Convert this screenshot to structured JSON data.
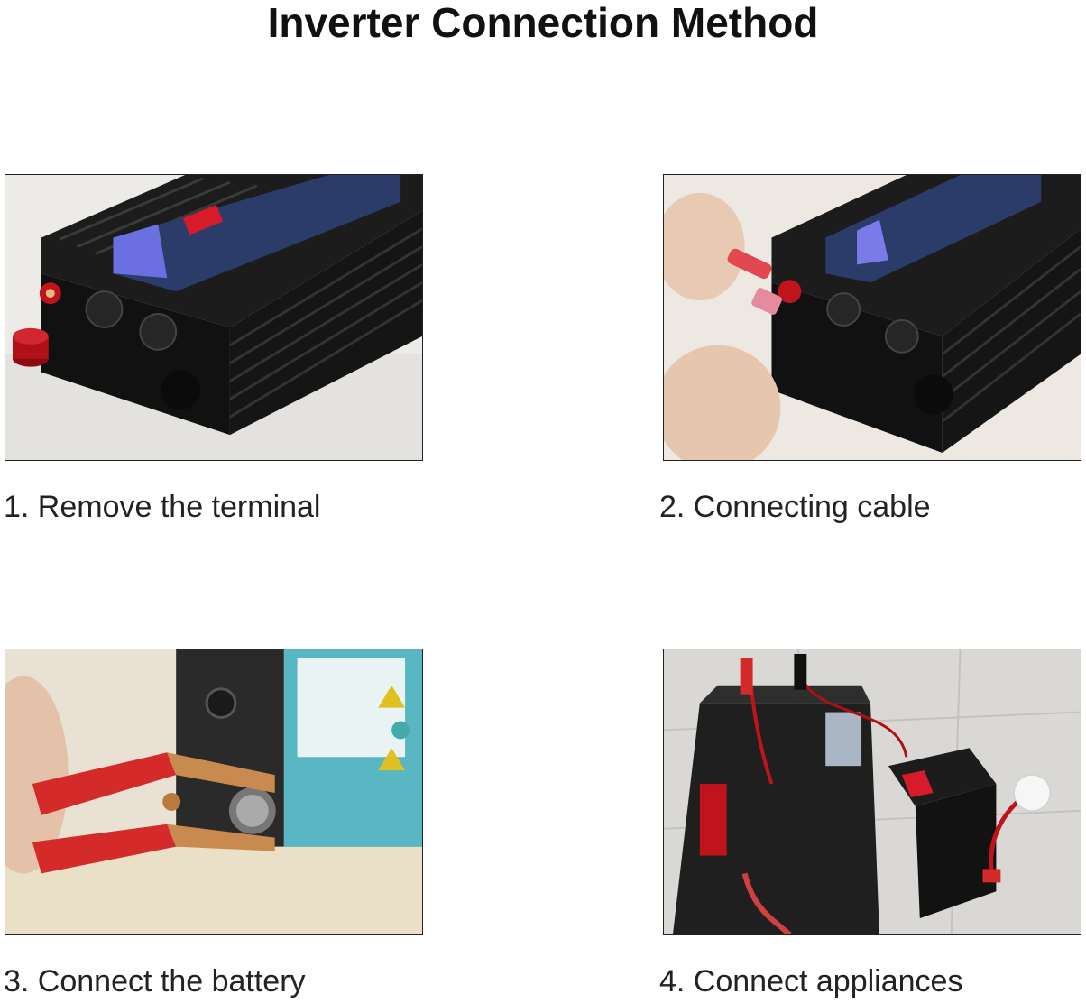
{
  "title": "Inverter Connection Method",
  "steps": [
    {
      "caption": "1. Remove the terminal",
      "image": "inverter-terminal-removed-photo"
    },
    {
      "caption": "2. Connecting cable",
      "image": "inverter-cable-connecting-photo"
    },
    {
      "caption": "3. Connect the battery",
      "image": "battery-clamp-photo"
    },
    {
      "caption": "4. Connect appliances",
      "image": "inverter-battery-lamp-photo"
    }
  ],
  "colors": {
    "inverter_body": "#1a1a1a",
    "terminal_red": "#c0141c",
    "clamp_red": "#d42a2a",
    "battery_teal": "#58b7c2"
  }
}
